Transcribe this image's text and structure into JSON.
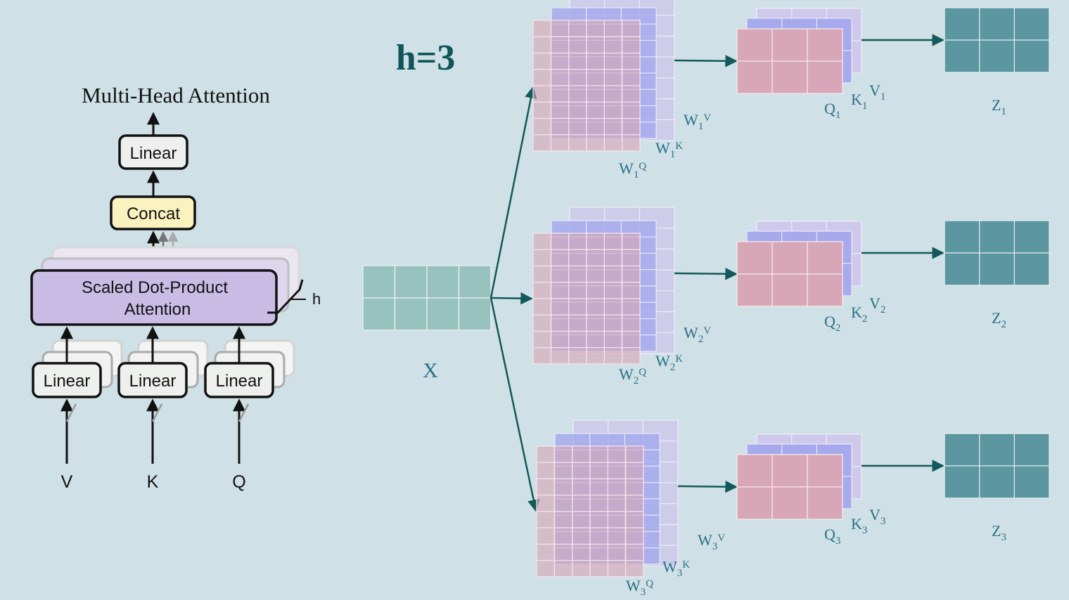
{
  "left_panel": {
    "title": "Multi-Head Attention",
    "top_linear": "Linear",
    "concat": "Concat",
    "attention_line1": "Scaled Dot-Product",
    "attention_line2": "Attention",
    "h_label": "h",
    "linear_v": "Linear",
    "linear_k": "Linear",
    "linear_q": "Linear",
    "input_v": "V",
    "input_k": "K",
    "input_q": "Q"
  },
  "h_title": "h=3",
  "input_label": "X",
  "heads": [
    {
      "wv": "W",
      "wv_sub": "1",
      "wv_sup": "V",
      "wk": "W",
      "wk_sub": "1",
      "wk_sup": "K",
      "wq": "W",
      "wq_sub": "1",
      "wq_sup": "Q",
      "q": "Q",
      "q_sub": "1",
      "k": "K",
      "k_sub": "1",
      "v": "V",
      "v_sub": "1",
      "z": "Z",
      "z_sub": "1"
    },
    {
      "wv": "W",
      "wv_sub": "2",
      "wv_sup": "V",
      "wk": "W",
      "wk_sub": "2",
      "wk_sup": "K",
      "wq": "W",
      "wq_sub": "2",
      "wq_sup": "Q",
      "q": "Q",
      "q_sub": "2",
      "k": "K",
      "k_sub": "2",
      "v": "V",
      "v_sub": "2",
      "z": "Z",
      "z_sub": "2"
    },
    {
      "wv": "W",
      "wv_sub": "3",
      "wv_sup": "V",
      "wk": "W",
      "wk_sub": "3",
      "wk_sup": "K",
      "wq": "W",
      "wq_sub": "3",
      "wq_sup": "Q",
      "q": "Q",
      "q_sub": "3",
      "k": "K",
      "k_sub": "3",
      "v": "V",
      "v_sub": "3",
      "z": "Z",
      "z_sub": "3"
    }
  ],
  "colors": {
    "background": "#cfe1e6",
    "x_fill": "#98c2bd",
    "z_fill": "#5b96a1",
    "q_fill": "#d7a7b7",
    "k_fill": "#a3a8ec",
    "v_fill": "#cdc6ea",
    "arrow": "#13585a",
    "title_text": "#0f5559",
    "label_text": "#2a6f86",
    "attention_fill": "#c9bde6",
    "concat_fill": "#fbf3bf"
  }
}
